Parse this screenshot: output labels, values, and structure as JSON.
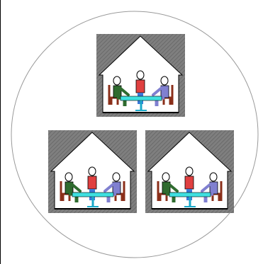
{
  "colors": {
    "background": "#ffffff",
    "frame_line": "#000000",
    "circle_stroke": "#9a9a9a",
    "house_backdrop": "#7f7f7f",
    "house_hatch": "#5f5f5f",
    "house_fill": "#ffffff",
    "house_outline": "#000000",
    "floor": "#000000",
    "table_top": "#3fe0e0",
    "table_leg": "#1aa8c8",
    "chair": "#8b2f1a",
    "head": "#ffffff",
    "person_left": "#2f6b2f",
    "person_center_shirt": "#e04040",
    "person_center_pants": "#3a78d8",
    "person_right": "#8080d0",
    "pants_dark": "#3a3a3a"
  },
  "houses": [
    {
      "name": "house-top",
      "people": [
        "seated-left",
        "standing-center",
        "seated-right"
      ]
    },
    {
      "name": "house-bottom-left",
      "people": [
        "seated-left",
        "standing-center",
        "seated-right"
      ]
    },
    {
      "name": "house-bottom-right",
      "people": [
        "seated-left",
        "standing-center",
        "seated-right"
      ]
    }
  ]
}
